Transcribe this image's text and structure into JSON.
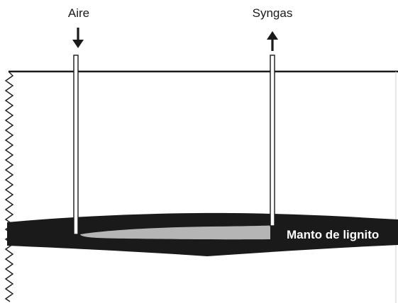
{
  "labels": {
    "air": "Aire",
    "syngas": "Syngas",
    "seam": "Manto de lignito"
  },
  "colors": {
    "ink": "#1a1a1a",
    "seam": "#1a1a1a",
    "cavity": "#b5b5b5",
    "background": "#ffffff",
    "seam_text": "#ffffff"
  },
  "icons": {
    "air_flow": "arrow-down-icon",
    "syngas_flow": "arrow-up-icon"
  }
}
